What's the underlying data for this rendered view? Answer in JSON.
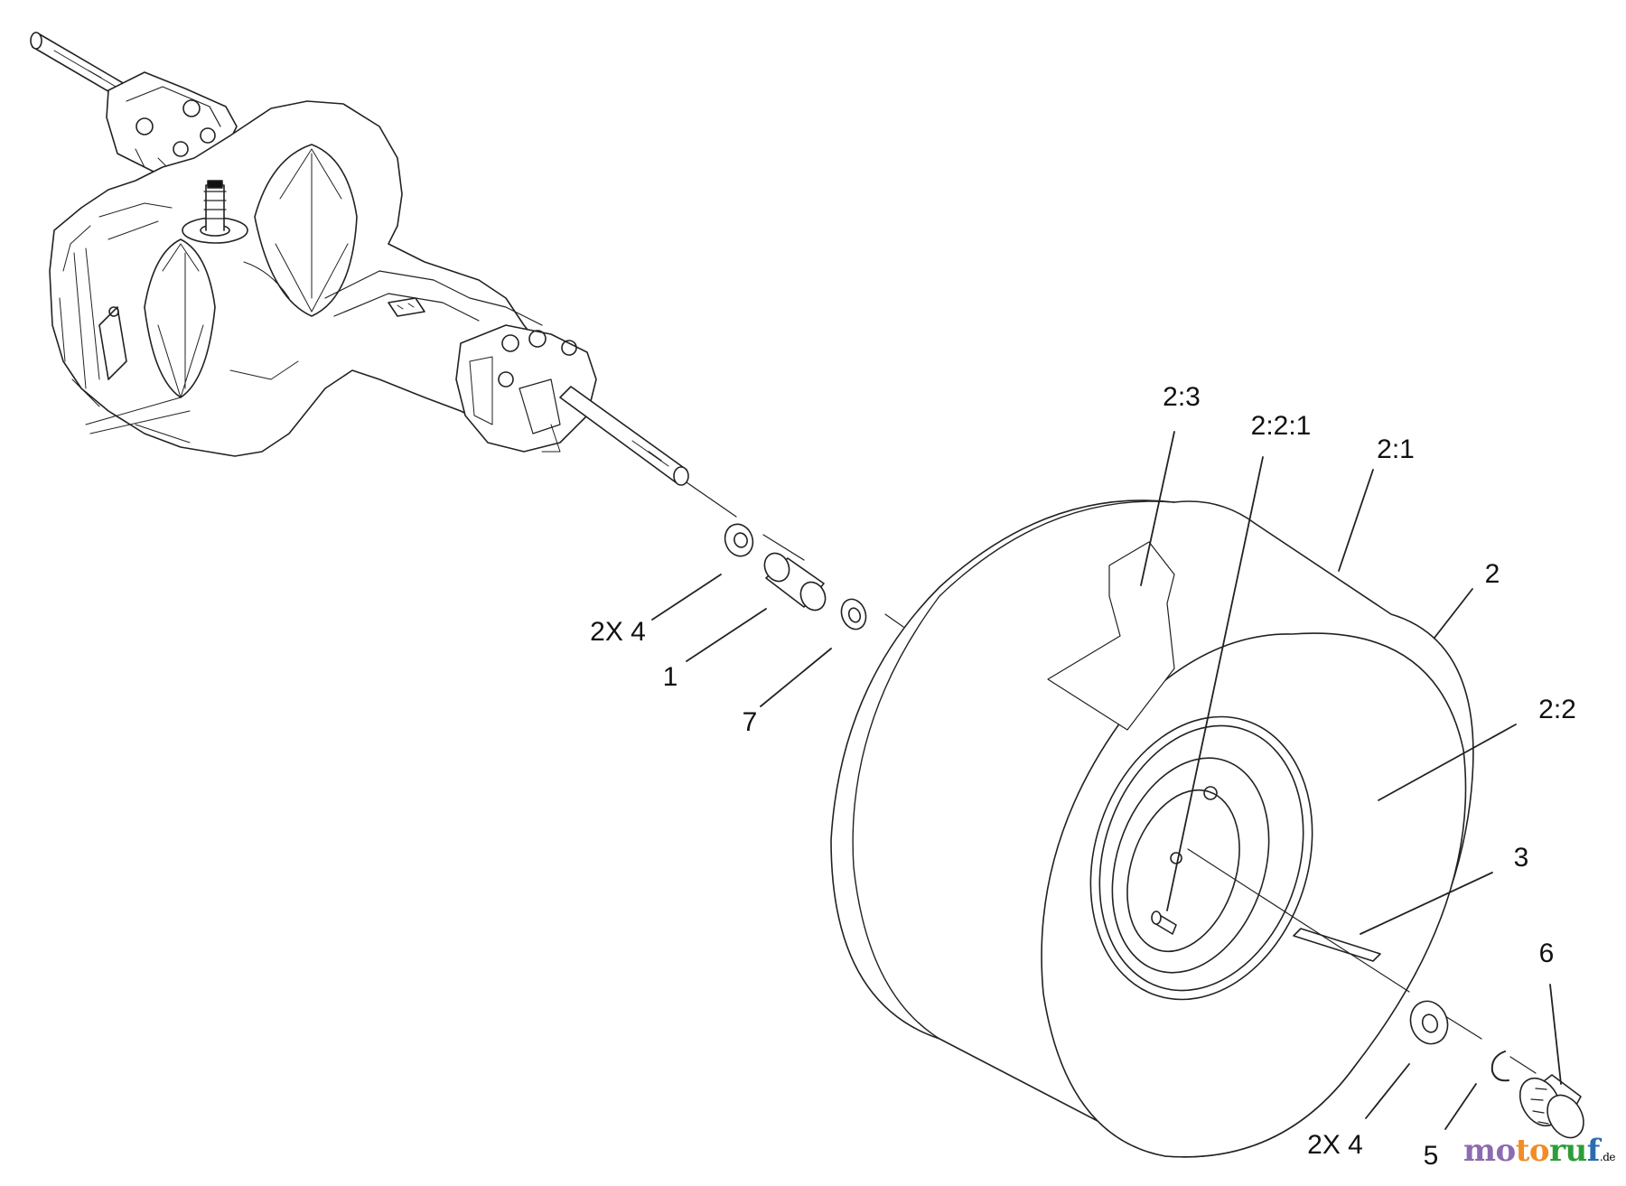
{
  "diagram": {
    "callouts": {
      "c_2_3": "2:3",
      "c_2_2_1": "2:2:1",
      "c_2_1": "2:1",
      "c_2": "2",
      "c_2_2": "2:2",
      "c_3": "3",
      "c_6": "6",
      "c_2x4_left": "2X 4",
      "c_1": "1",
      "c_7": "7",
      "c_2x4_right": "2X 4",
      "c_5": "5"
    }
  },
  "watermark": {
    "text": "motoruf",
    "domain": ".de",
    "colors": [
      "#8c6bb1",
      "#f28c28",
      "#2e9c3a",
      "#2b6cb0"
    ]
  },
  "colors": {
    "line": "#222222",
    "background": "#ffffff"
  }
}
